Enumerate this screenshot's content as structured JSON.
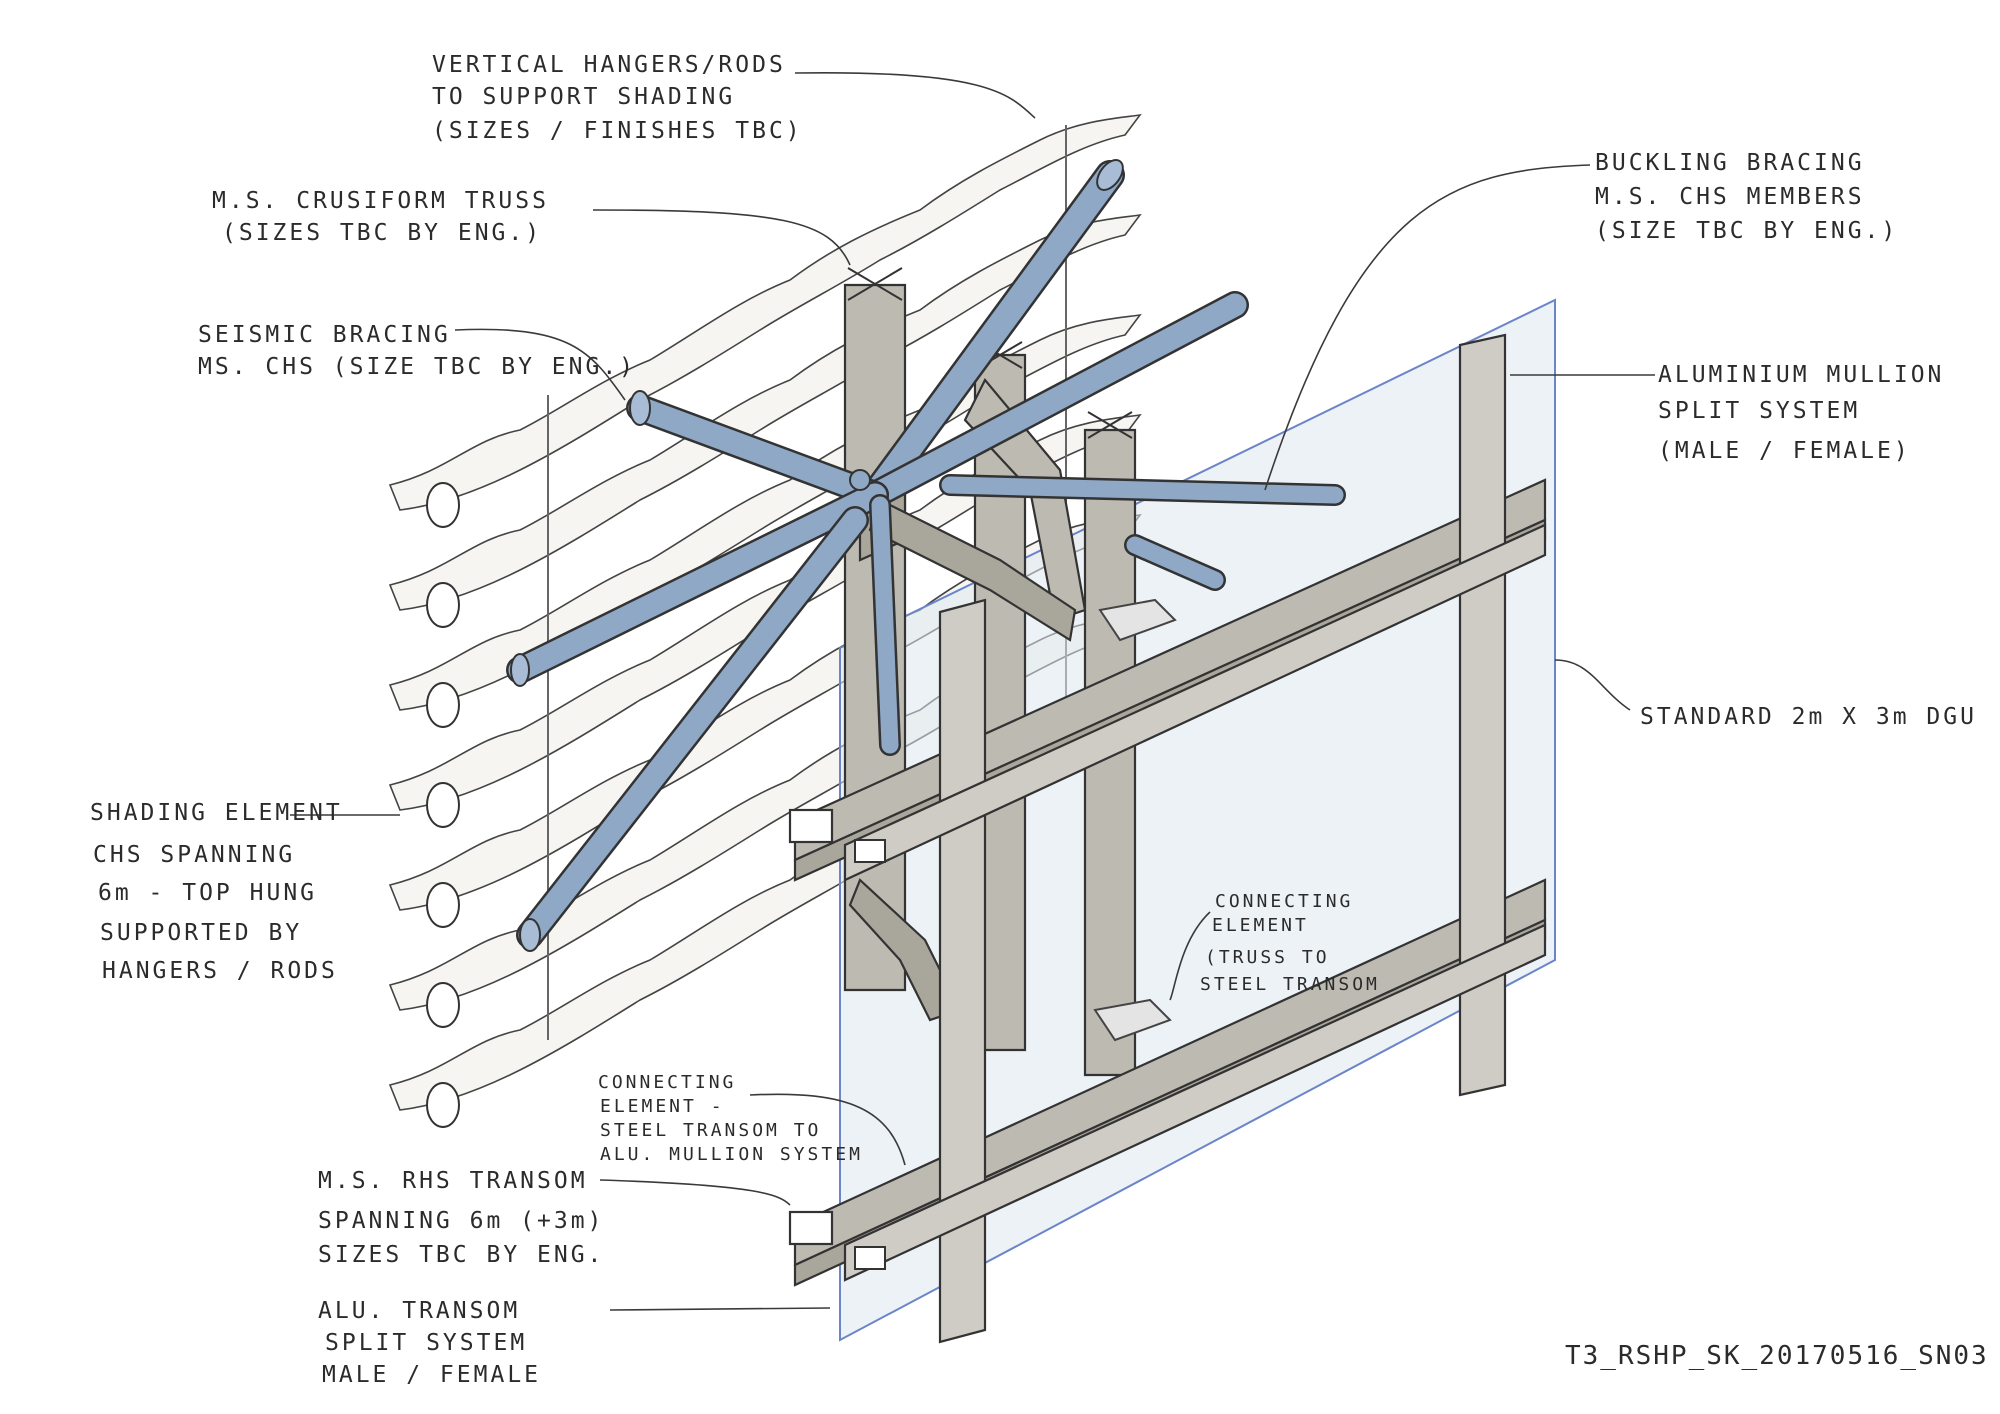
{
  "diagram": {
    "drawing_ref": "T3_RSHP_SK_20170516_SN03",
    "labels": [
      {
        "id": "hangers",
        "lines": [
          "VERTICAL HANGERS/RODS",
          "TO SUPPORT SHADING",
          "(SIZES / FINISHES TBC)"
        ]
      },
      {
        "id": "cruciform",
        "lines": [
          "M.S. CRUSIFORM TRUSS",
          "(SIZES TBC BY ENG.)"
        ]
      },
      {
        "id": "seismic",
        "lines": [
          "SEISMIC BRACING",
          "MS. CHS (SIZE TBC BY ENG.)"
        ]
      },
      {
        "id": "shading",
        "lines": [
          "SHADING ELEMENT",
          "CHS SPANNING",
          "6m - TOP HUNG",
          "SUPPORTED BY",
          "HANGERS / RODS"
        ]
      },
      {
        "id": "conn_elem_a",
        "lines": [
          "CONNECTING",
          "ELEMENT -",
          "STEEL TRANSOM TO",
          "ALU. MULLION SYSTEM"
        ]
      },
      {
        "id": "rhs_transom",
        "lines": [
          "M.S. RHS TRANSOM",
          "SPANNING 6m (+3m)",
          "SIZES TBC BY ENG."
        ]
      },
      {
        "id": "alu_transom",
        "lines": [
          "ALU. TRANSOM",
          "SPLIT SYSTEM",
          "MALE / FEMALE"
        ]
      },
      {
        "id": "buckling",
        "lines": [
          "BUCKLING BRACING",
          "M.S. CHS MEMBERS",
          "(SIZE TBC BY ENG.)"
        ]
      },
      {
        "id": "mullion",
        "lines": [
          "ALUMINIUM MULLION",
          "SPLIT SYSTEM",
          "(MALE / FEMALE)"
        ]
      },
      {
        "id": "dgu",
        "lines": [
          "STANDARD 2m X 3m DGU"
        ]
      },
      {
        "id": "conn_elem_b",
        "lines": [
          "CONNECTING",
          "ELEMENT",
          "(TRUSS TO",
          "STEEL TRANSOM"
        ]
      }
    ]
  },
  "colors": {
    "bracing_blue": "#8fa8c6",
    "steel_grey": "#bdbab2",
    "glass_tint": "#dfe8f1",
    "glass_edge": "#6c85c9",
    "ink": "#2b2b2b"
  }
}
